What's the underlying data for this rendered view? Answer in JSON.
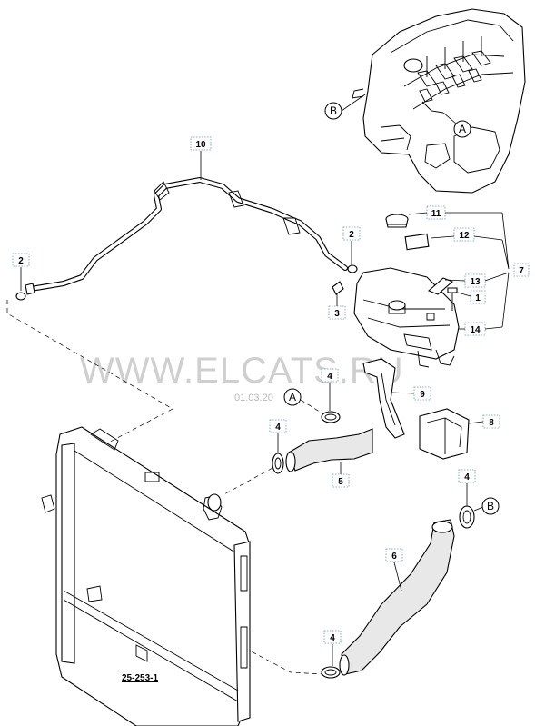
{
  "watermark": {
    "text": "WWW.ELCATS.RU",
    "date": "01.03.20"
  },
  "labels": {
    "p1": "1",
    "p2a": "2",
    "p2b": "2",
    "p3": "3",
    "p4a": "4",
    "p4b": "4",
    "p4c": "4",
    "p4d": "4",
    "p5": "5",
    "p6": "6",
    "p7": "7",
    "p8": "8",
    "p9": "9",
    "p10": "10",
    "p11": "11",
    "p12": "12",
    "p13": "13",
    "p14": "14"
  },
  "callouts": {
    "a_engine": "A",
    "b_engine": "B",
    "a_hose": "A",
    "b_hose": "B"
  },
  "reference": "25-253-1"
}
